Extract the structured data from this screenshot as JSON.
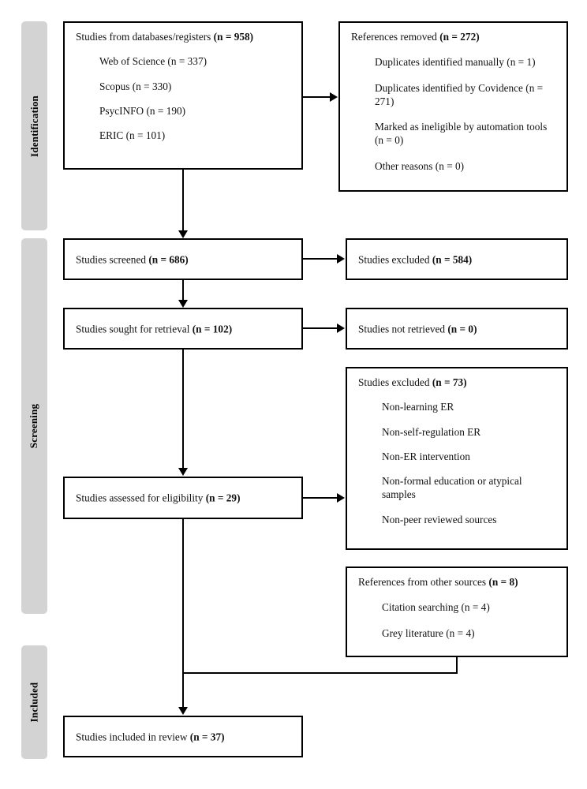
{
  "diagram": {
    "type": "prisma-flow-diagram",
    "stages": [
      {
        "id": "identification",
        "label": "Identification"
      },
      {
        "id": "screening",
        "label": "Screening"
      },
      {
        "id": "included",
        "label": "Included"
      }
    ],
    "boxes": {
      "databases": {
        "title_text": "Studies from databases/registers ",
        "title_bold": "(n = 958)",
        "items": [
          "Web of Science (n = 337)",
          "Scopus (n = 330)",
          "PsycINFO (n = 190)",
          "ERIC (n = 101)"
        ]
      },
      "references_removed": {
        "title_text": "References removed ",
        "title_bold": "(n = 272)",
        "items": [
          "Duplicates identified manually (n = 1)",
          "Duplicates identified by Covidence (n = 271)",
          "Marked as ineligible by automation tools (n = 0)",
          "Other reasons (n = 0)"
        ]
      },
      "screened": {
        "title_text": "Studies screened ",
        "title_bold": "(n = 686)"
      },
      "excluded_screening": {
        "title_text": "Studies excluded ",
        "title_bold": "(n = 584)"
      },
      "sought_retrieval": {
        "title_text": "Studies sought for retrieval ",
        "title_bold": "(n = 102)"
      },
      "not_retrieved": {
        "title_text": "Studies not retrieved ",
        "title_bold": "(n = 0)"
      },
      "assessed_eligibility": {
        "title_text": "Studies assessed for eligibility ",
        "title_bold": "(n = 29)"
      },
      "excluded_eligibility": {
        "title_text": "Studies excluded ",
        "title_bold": "(n = 73)",
        "items": [
          "Non-learning ER",
          "Non-self-regulation ER",
          "Non-ER intervention",
          "Non-formal education or atypical samples",
          "Non-peer reviewed sources"
        ]
      },
      "other_sources": {
        "title_text": "References from other sources ",
        "title_bold": "(n = 8)",
        "items": [
          "Citation searching (n = 4)",
          "Grey literature (n = 4)"
        ]
      },
      "included_review": {
        "title_text": "Studies included in review ",
        "title_bold": "(n = 37)"
      }
    },
    "colors": {
      "stage_bar": "#d3d3d3",
      "box_border": "#000000",
      "box_fill": "#ffffff",
      "text": "#111111"
    }
  }
}
